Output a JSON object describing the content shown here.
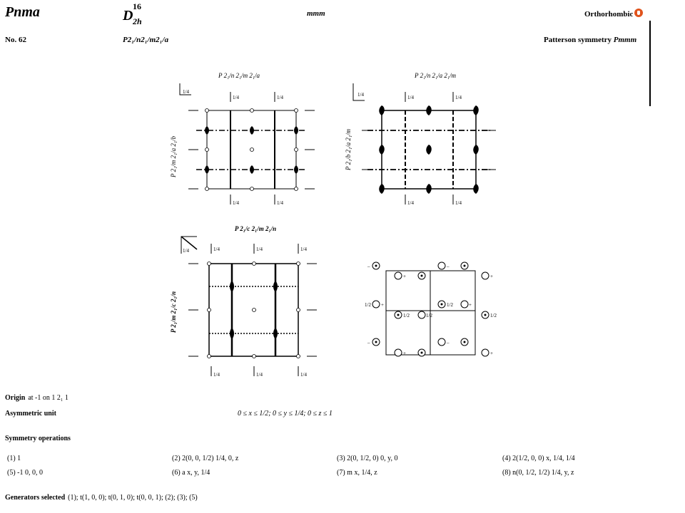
{
  "header": {
    "hm_symbol": "Pnma",
    "schoenflies_base": "D",
    "schoenflies_sub": "2h",
    "schoenflies_sup": "16",
    "point_group": "mmm",
    "crystal_system": "Orthorhombic",
    "number": "No. 62",
    "full_symbol": "P2₁/n2₁/m2₁/a",
    "patterson_label": "Patterson symmetry",
    "patterson_symbol": "Pmmm"
  },
  "diagrams": {
    "d1_title": "P 2₁/n 2₁/m 2₁/a",
    "d1_side": "P 2₁/m 2₁/a 2₁/b",
    "d2_title": "P 2₁/n 2₁/a 2₁/m",
    "d2_side": "P 2₁/b 2₁/a 2₁/m",
    "d3_title": "P 2₁/c 2₁/m 2₁/n",
    "d3_side": "P 2₁/m 2₁/c 2₁/n",
    "quarter": "1/4",
    "plus": "+",
    "minus": "–",
    "half": "1/2"
  },
  "origin": {
    "label": "Origin",
    "text": "at -1 on 1 2₁ 1"
  },
  "asym": {
    "label": "Asymmetric unit",
    "text": "0 ≤ x ≤ 1/2; 0 ≤ y ≤ 1/4; 0 ≤ z ≤ 1"
  },
  "symops": {
    "label": "Symmetry operations",
    "ops": [
      "(1)  1",
      "(2)  2(0, 0, 1/2)   1/4, 0, z",
      "(3)  2(0, 1/2, 0)   0, y, 0",
      "(4)  2(1/2, 0, 0)   x, 1/4, 1/4",
      "(5)  -1   0, 0, 0",
      "(6)  a   x, y, 1/4",
      "(7)  m   x, 1/4, z",
      "(8)  n(0, 1/2, 1/2)   1/4, y, z"
    ]
  },
  "generators": {
    "label": "Generators selected",
    "text": "(1); t(1, 0, 0); t(0, 1, 0); t(0, 0, 1); (2); (3); (5)"
  }
}
